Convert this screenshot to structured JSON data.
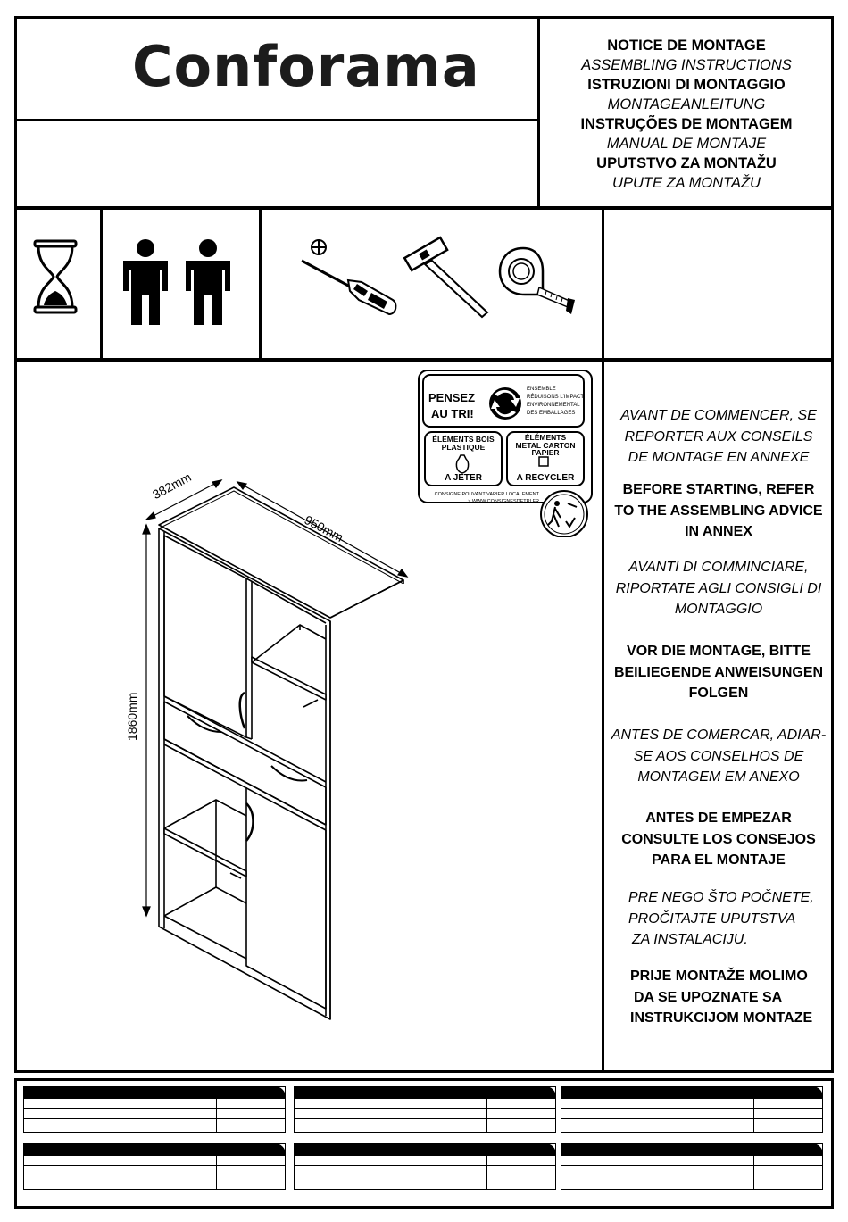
{
  "brand": {
    "logo_text": "Conforama"
  },
  "titles": [
    {
      "text": "NOTICE DE MONTAGE",
      "style": "bold"
    },
    {
      "text": "ASSEMBLING INSTRUCTIONS",
      "style": "italic"
    },
    {
      "text": "ISTRUZIONI DI MONTAGGIO",
      "style": "bold"
    },
    {
      "text": "MONTAGEANLEITUNG",
      "style": "italic"
    },
    {
      "text": "INSTRUÇÕES DE MONTAGEM",
      "style": "bold"
    },
    {
      "text": "MANUAL DE MONTAJE",
      "style": "italic"
    },
    {
      "text": "UPUTSTVO ZA MONTAŽU",
      "style": "bold"
    },
    {
      "text": "UPUTE ZA MONTAŽU",
      "style": "italic"
    }
  ],
  "icons": {
    "time": "hourglass-icon",
    "persons": "two-persons-icon",
    "tools": [
      "phillips-screwdriver-icon",
      "hammer-icon",
      "tape-measure-icon"
    ]
  },
  "recycle_badge": {
    "pensez": "PENSEZ",
    "au_tri": "AU TRI!",
    "ensemble_lines": [
      "ENSEMBLE",
      "RÉDUISONS L'IMPACT",
      "ENVIRONNEMENTAL",
      "DES EMBALLAGES"
    ],
    "left_box_title_1": "ÉLÉMENTS BOIS",
    "left_box_title_2": "PLASTIQUE",
    "left_box_action": "A JETER",
    "right_box_title_1": "ÉLÉMENTS",
    "right_box_title_2": "METAL CARTON",
    "right_box_title_3": "PAPIER",
    "right_box_action": "A RECYCLER",
    "consigne_1": "CONSIGNE POUVANT VARIER LOCALEMENT",
    "consigne_2": "> WWW.CONSIGNESDETRI.FR"
  },
  "dimensions": {
    "depth": "382mm",
    "width": "950mm",
    "height": "1860mm"
  },
  "advice": [
    {
      "lines": [
        "AVANT DE COMMENCER, SE",
        "REPORTER AUX CONSEILS",
        "DE MONTAGE EN ANNEXE"
      ],
      "style": "italic"
    },
    {
      "lines": [
        "BEFORE STARTING, REFER",
        "TO THE ASSEMBLING ADVICE",
        "IN ANNEX"
      ],
      "style": "bold"
    },
    {
      "lines": [
        "AVANTI DI COMMINCIARE,",
        "RIPORTATE AGLI CONSIGLI DI",
        "MONTAGGIO"
      ],
      "style": "italic"
    },
    {
      "lines": [
        "VOR DIE MONTAGE, BITTE",
        "BEILIEGENDE ANWEISUNGEN",
        "FOLGEN"
      ],
      "style": "bold"
    },
    {
      "lines": [
        "ANTES DE COMERCAR, ADIAR-",
        "SE AOS CONSELHOS DE",
        "MONTAGEM EM ANEXO"
      ],
      "style": "italic"
    },
    {
      "lines": [
        "ANTES DE EMPEZAR",
        "CONSULTE LOS CONSEJOS",
        "PARA EL MONTAJE"
      ],
      "style": "bold"
    },
    {
      "lines": [
        "PRE NEGO ŠTO POČNETE,",
        "PROČITAJTE UPUTSTVA",
        "ZA INSTALACIJU."
      ],
      "style": "italic"
    },
    {
      "lines": [
        "PRIJE MONTAŽE MOLIMO",
        "DA SE UPOZNATE SA",
        "INSTRUKCIJOM MONTAZE"
      ],
      "style": "bold"
    }
  ]
}
